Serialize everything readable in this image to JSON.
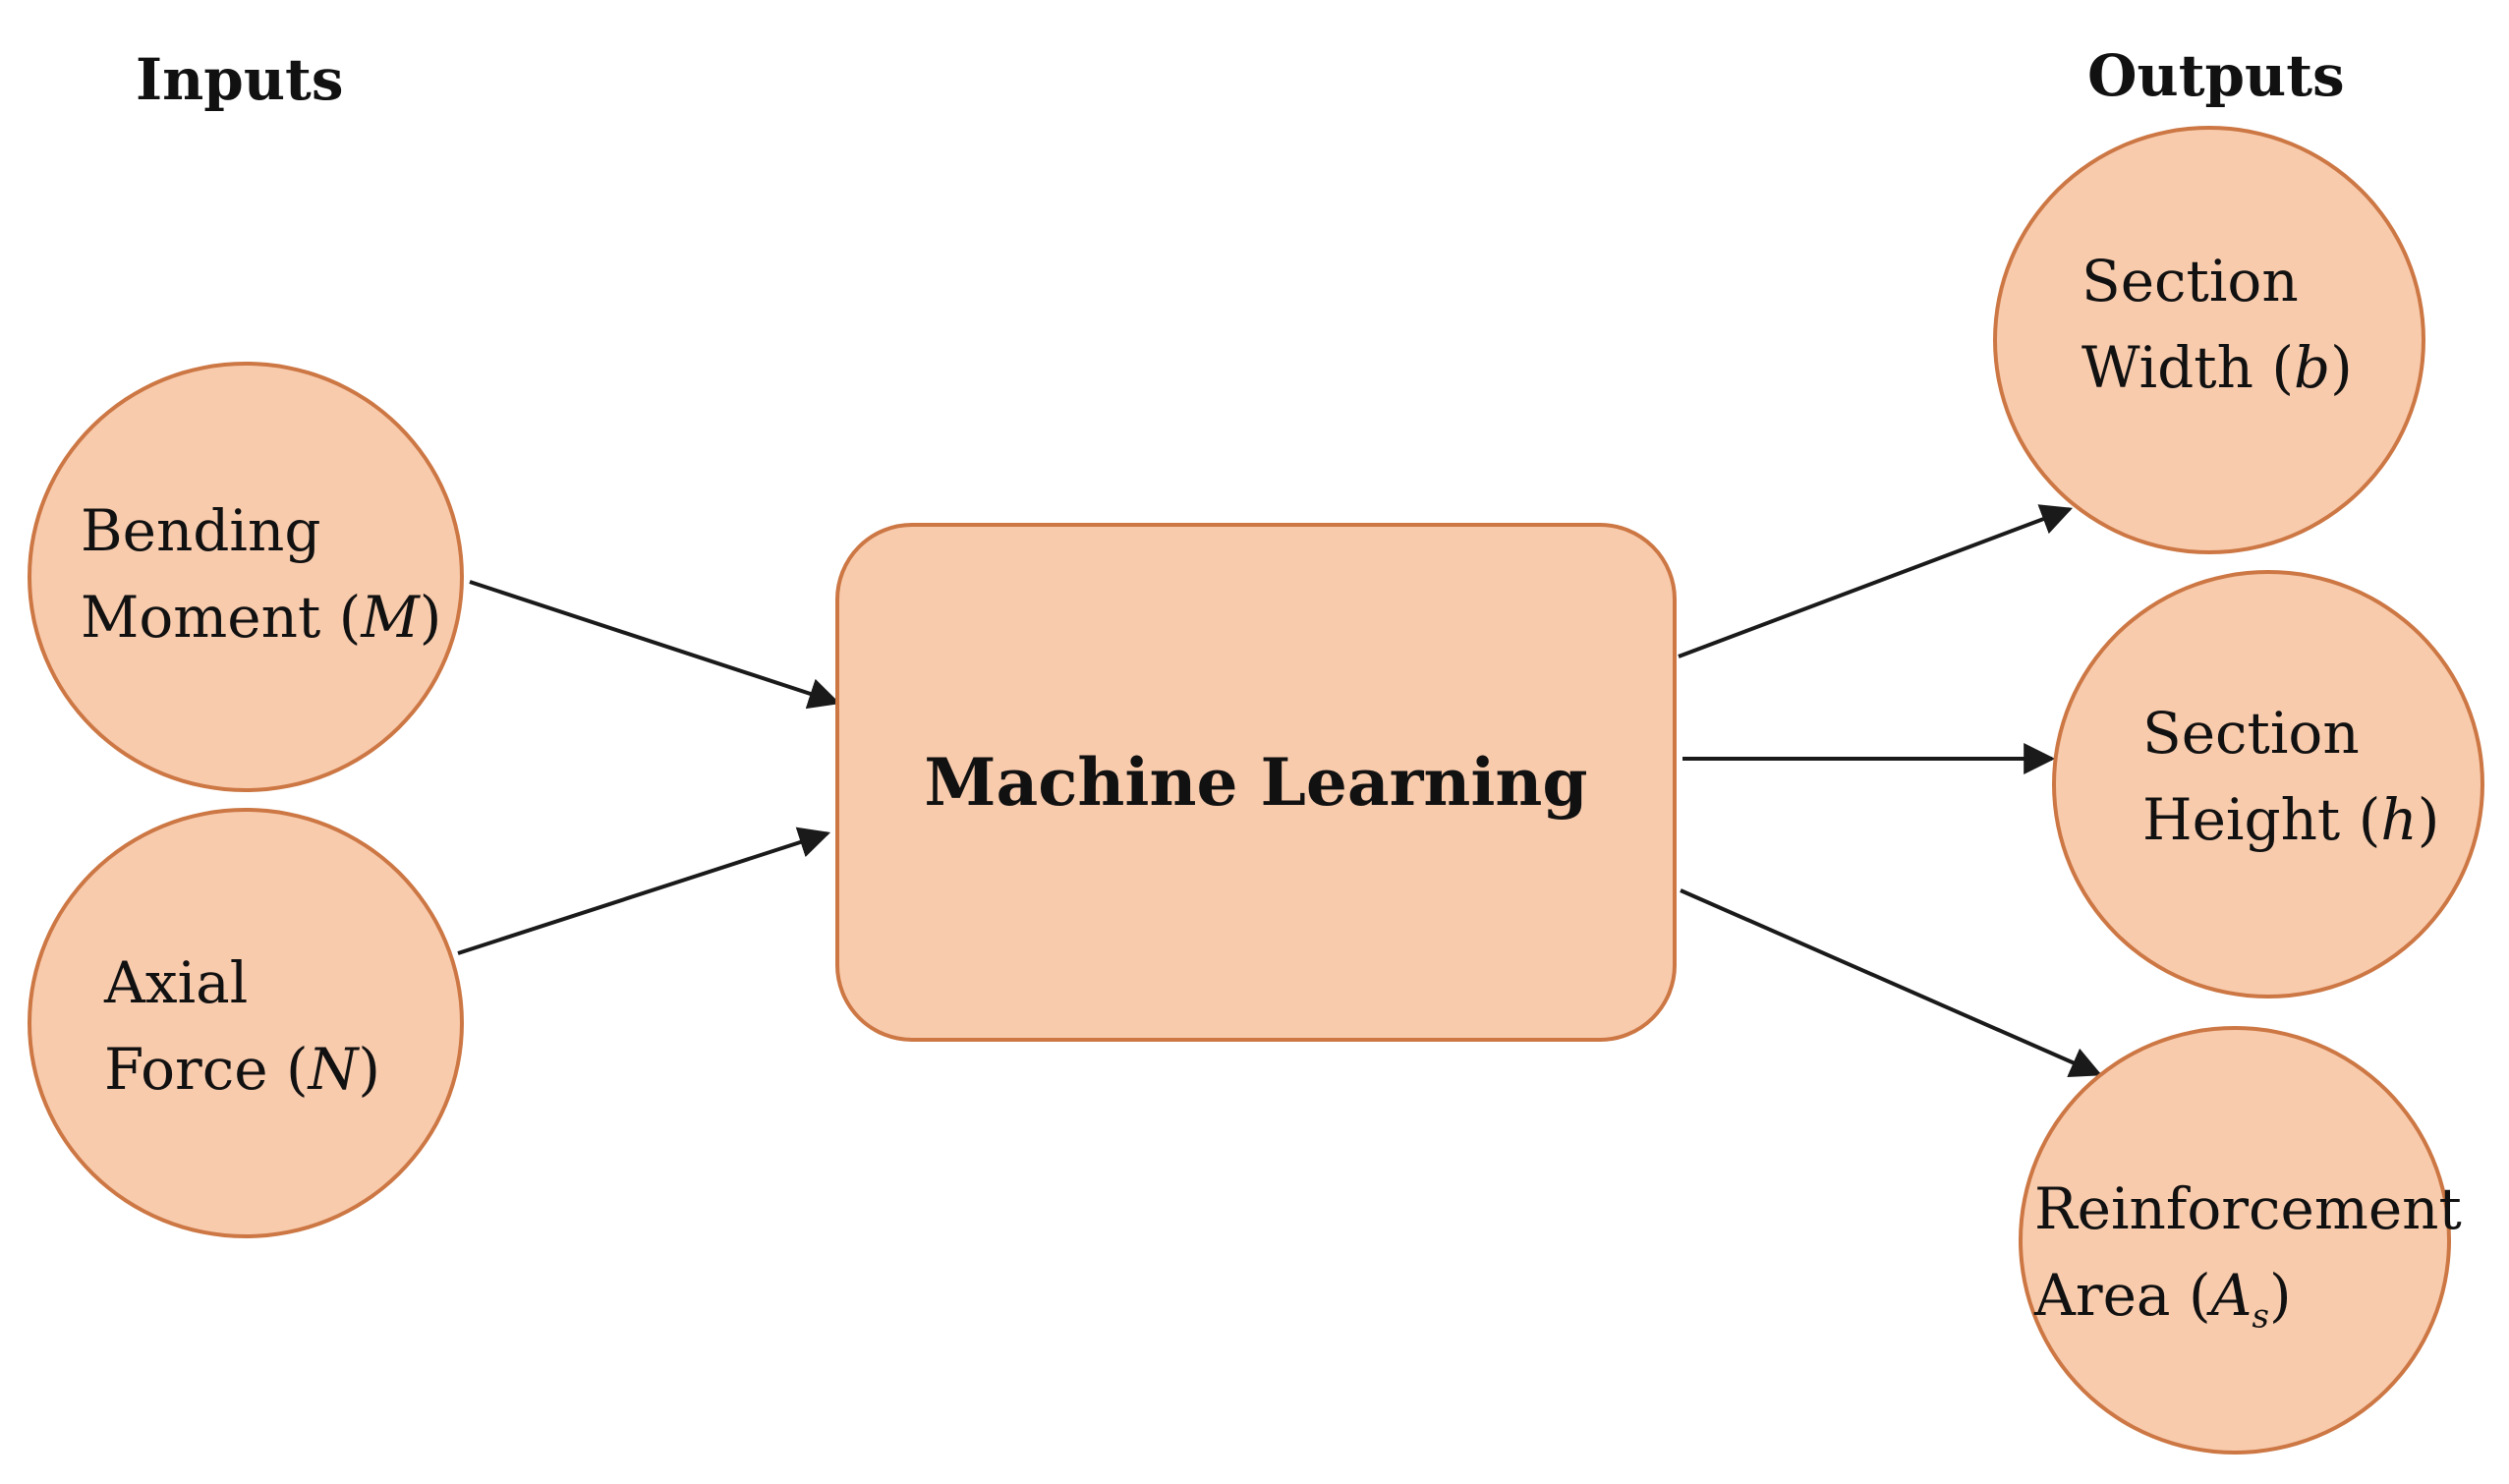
{
  "inputs_heading": "Inputs",
  "outputs_heading": "Outputs",
  "center": {
    "label": "Machine Learning"
  },
  "inputs": [
    {
      "line1": "Bending",
      "line2_text": "Moment ",
      "symbol": "M"
    },
    {
      "line1": "Axial",
      "line2_text": "Force ",
      "symbol": "N"
    }
  ],
  "outputs": [
    {
      "line1": "Section",
      "line2_text": "Width ",
      "symbol": "b"
    },
    {
      "line1": "Section",
      "line2_text": "Height ",
      "symbol": "h"
    },
    {
      "line1": "Reinforcement",
      "line2_text": "Area ",
      "symbol": "A",
      "subscript": "s"
    }
  ],
  "colors": {
    "node_fill": "#f8cbad",
    "node_border": "#cc7744",
    "arrow": "#1a1a1a"
  }
}
